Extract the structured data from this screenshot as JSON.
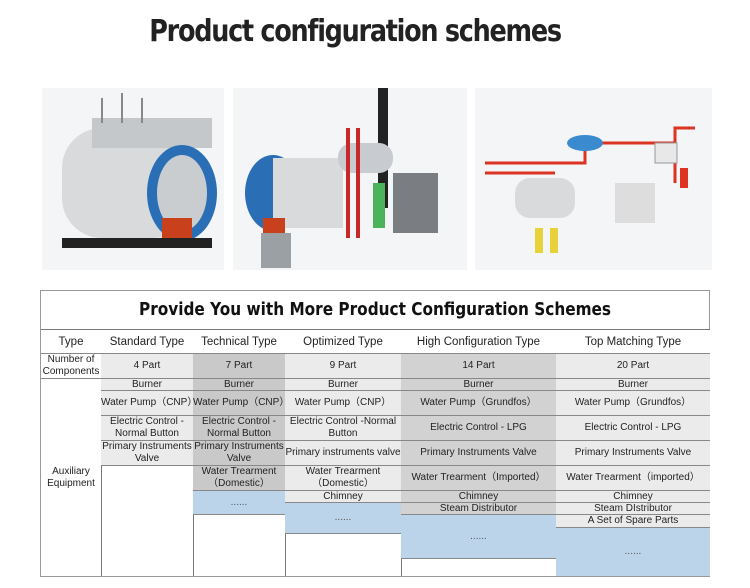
{
  "title": "Product configuration schemes",
  "table": {
    "title": "Provide You with More Product Configuration Schemes",
    "row_labels": {
      "type": "Type",
      "components": "Number of Components",
      "auxiliary": "Auxiliary Equipment"
    },
    "columns": [
      {
        "name": "Standard Type",
        "parts": "4 Part",
        "items": [
          "Burner",
          "Water Pump（CNP）",
          "Electric Control - Normal Button",
          "Primary Instruments Valve"
        ]
      },
      {
        "name": "Technical Type",
        "parts": "7 Part",
        "items": [
          "Burner",
          "Water Pump（CNP）",
          "Electric Control - Normal Button",
          "Primary Instruments Valve",
          "Water Trearment（Domestic）",
          "......"
        ]
      },
      {
        "name": "Optimized Type",
        "parts": "9 Part",
        "items": [
          "Burner",
          "Water Pump（CNP）",
          "Electric Control -Normal Button",
          "Primary instruments valve",
          "Water Trearment（Domestic）",
          "Chimney",
          "......"
        ]
      },
      {
        "name": "High Configuration Type",
        "parts": "14 Part",
        "items": [
          "Burner",
          "Water Pump（Grundfos）",
          "Electric Control - LPG",
          "Primary Instruments Valve",
          "Water Trearment（Imported）",
          "Chimney",
          "Steam Distributor",
          "......"
        ]
      },
      {
        "name": "Top Matching Type",
        "parts": "20 Part",
        "items": [
          "Burner",
          "Water Pump（Grundfos）",
          "Electric Control - LPG",
          "Primary Instruments Valve",
          "Water Trearment（imported）",
          "Chimney",
          "Steam DIstributor",
          "A Set of Spare Parts",
          "......"
        ]
      }
    ]
  }
}
